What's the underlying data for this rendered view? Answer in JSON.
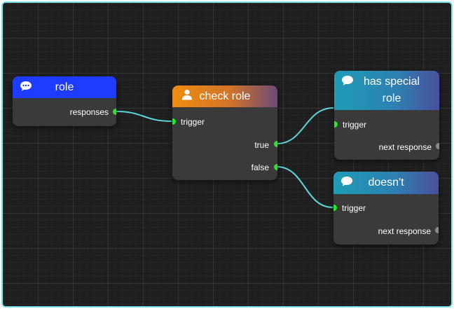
{
  "colors": {
    "wire": "#5fd6d6",
    "port_connected": "#27e827",
    "port_disconnected": "#8a8a8a",
    "node_body": "#3a3a3a",
    "canvas_border": "#7fe3ee"
  },
  "nodes": {
    "role": {
      "title": "role",
      "icon": "chat-bubble-icon",
      "outputs": [
        "responses"
      ]
    },
    "check_role": {
      "title": "check role",
      "icon": "user-icon",
      "input": "trigger",
      "outputs": [
        "true",
        "false"
      ]
    },
    "has_special_role": {
      "title_line1": "has special",
      "title_line2": "role",
      "icon": "chat-bubble-icon",
      "input": "trigger",
      "output": "next response"
    },
    "doesnt": {
      "title": "doesn't",
      "icon": "chat-bubble-icon",
      "input": "trigger",
      "output": "next response"
    }
  }
}
